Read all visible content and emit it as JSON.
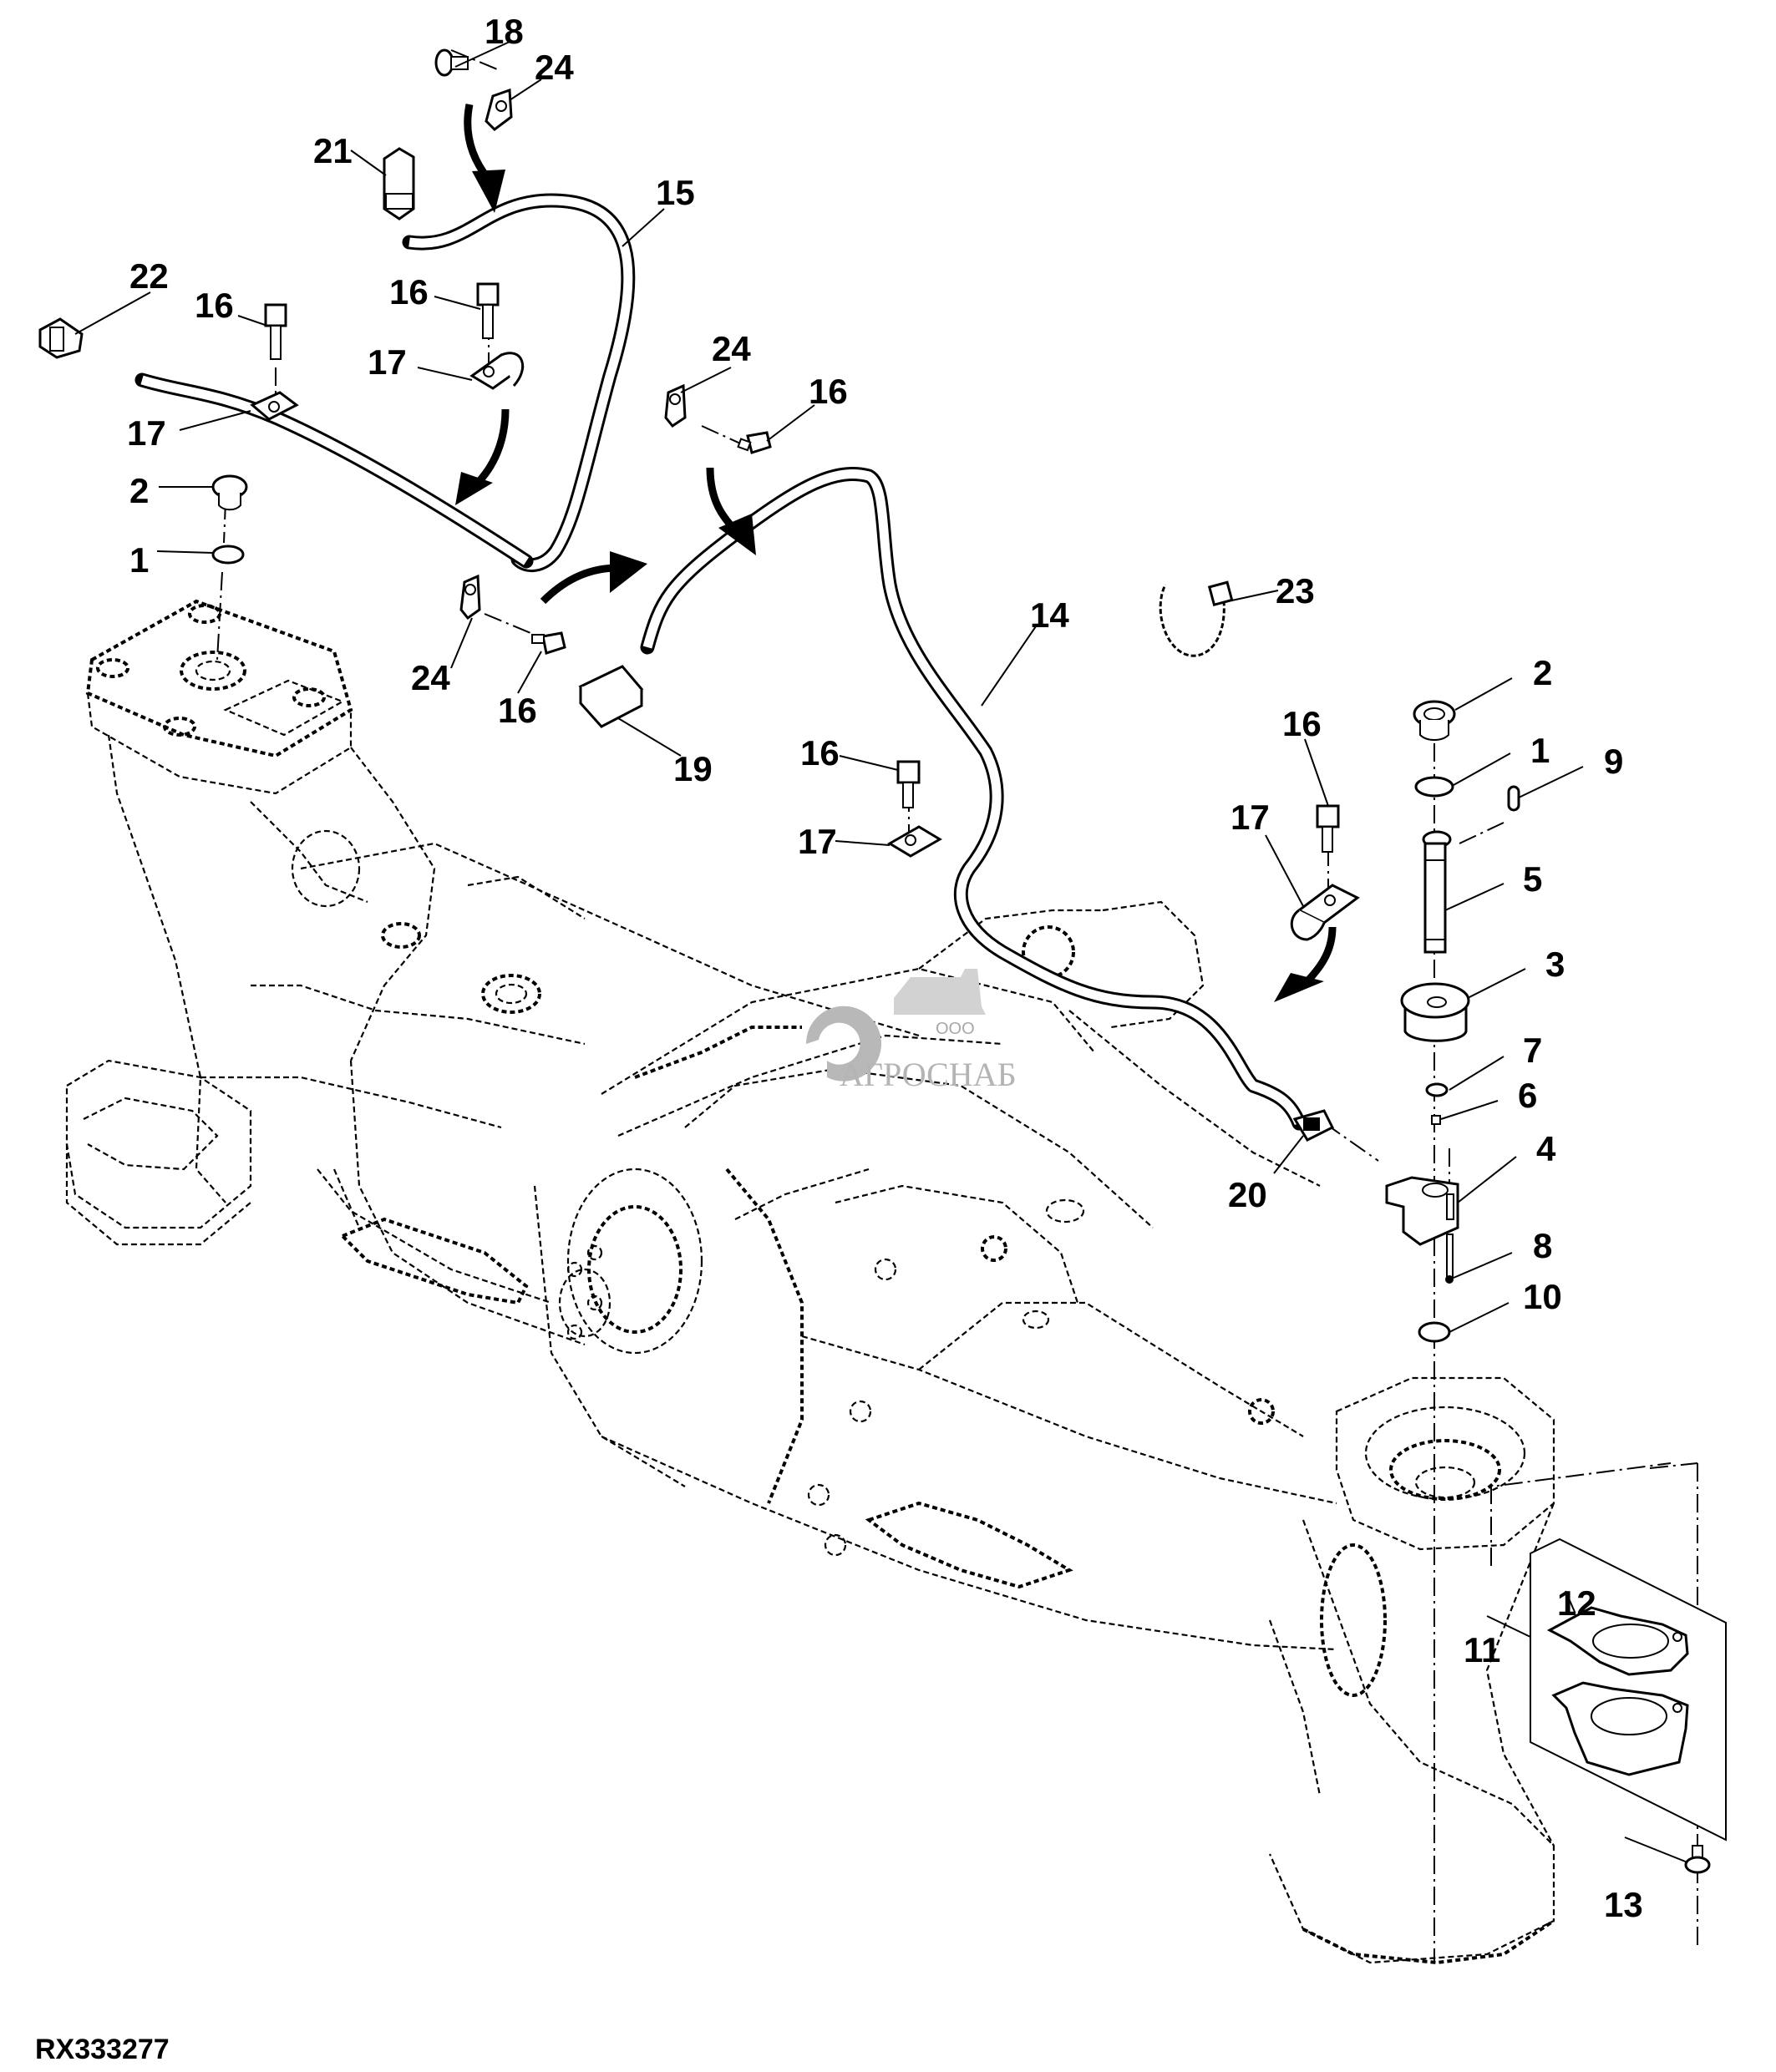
{
  "figure": {
    "id": "RX333277",
    "type": "exploded parts diagram",
    "subject": "front axle housing with steering angle sensor and wiring harnesses"
  },
  "watermark": {
    "prefix": "ООО",
    "name": "АГРОСНАБ"
  },
  "callouts": [
    {
      "key": "c18",
      "label": "18",
      "part": "cap screw"
    },
    {
      "key": "c24a",
      "label": "24",
      "part": "clamp"
    },
    {
      "key": "c21",
      "label": "21",
      "part": "connector"
    },
    {
      "key": "c15",
      "label": "15",
      "part": "wiring harness"
    },
    {
      "key": "c22",
      "label": "22",
      "part": "connector"
    },
    {
      "key": "c16a",
      "label": "16",
      "part": "cap screw"
    },
    {
      "key": "c16b",
      "label": "16",
      "part": "cap screw"
    },
    {
      "key": "c17a",
      "label": "17",
      "part": "clamp"
    },
    {
      "key": "c17b",
      "label": "17",
      "part": "clamp"
    },
    {
      "key": "c2a",
      "label": "2",
      "part": "plug"
    },
    {
      "key": "c1a",
      "label": "1",
      "part": "o-ring"
    },
    {
      "key": "c24b",
      "label": "24",
      "part": "clamp"
    },
    {
      "key": "c16c",
      "label": "16",
      "part": "cap screw"
    },
    {
      "key": "c23",
      "label": "23",
      "part": "cable tie"
    },
    {
      "key": "c14",
      "label": "14",
      "part": "wiring harness"
    },
    {
      "key": "c24c",
      "label": "24",
      "part": "clamp"
    },
    {
      "key": "c16d",
      "label": "16",
      "part": "cap screw"
    },
    {
      "key": "c19",
      "label": "19",
      "part": "connector"
    },
    {
      "key": "c16e",
      "label": "16",
      "part": "cap screw"
    },
    {
      "key": "c17c",
      "label": "17",
      "part": "clamp"
    },
    {
      "key": "c16f",
      "label": "16",
      "part": "cap screw"
    },
    {
      "key": "c17d",
      "label": "17",
      "part": "clamp"
    },
    {
      "key": "c2b",
      "label": "2",
      "part": "plug"
    },
    {
      "key": "c1b",
      "label": "1",
      "part": "o-ring"
    },
    {
      "key": "c9",
      "label": "9",
      "part": "pin"
    },
    {
      "key": "c5",
      "label": "5",
      "part": "shaft"
    },
    {
      "key": "c3",
      "label": "3",
      "part": "bushing"
    },
    {
      "key": "c7",
      "label": "7",
      "part": "o-ring"
    },
    {
      "key": "c6",
      "label": "6",
      "part": "nut"
    },
    {
      "key": "c4",
      "label": "4",
      "part": "angle sensor"
    },
    {
      "key": "c20",
      "label": "20",
      "part": "connector"
    },
    {
      "key": "c8",
      "label": "8",
      "part": "screw"
    },
    {
      "key": "c10",
      "label": "10",
      "part": "snap ring"
    },
    {
      "key": "c12",
      "label": "12",
      "part": "gasket"
    },
    {
      "key": "c11",
      "label": "11",
      "part": "cover kit"
    },
    {
      "key": "c13",
      "label": "13",
      "part": "cap screw"
    }
  ],
  "colors": {
    "line": "#000000",
    "background": "#ffffff",
    "watermark": "#b4b4b4"
  }
}
